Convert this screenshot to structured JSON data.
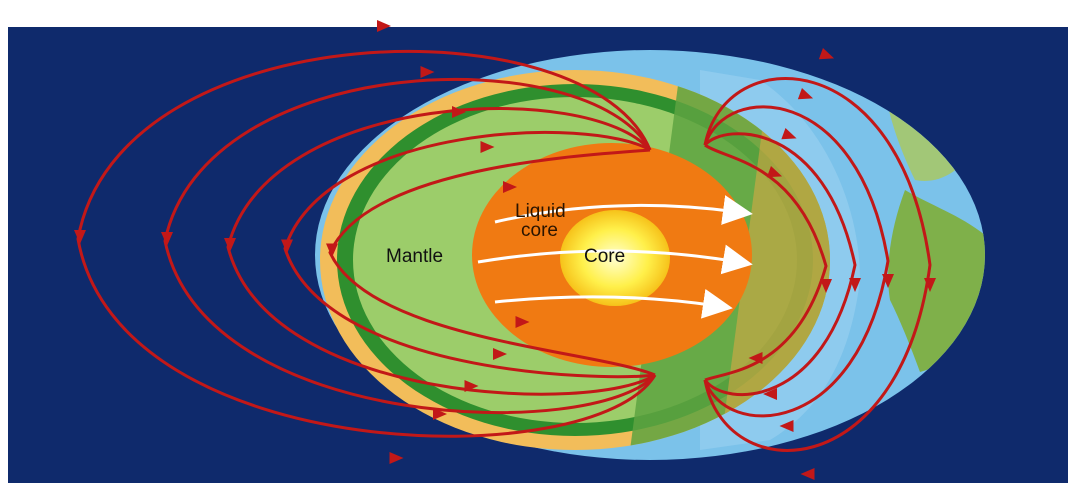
{
  "diagram": {
    "labels": {
      "liquid_core_line1": "Liquid",
      "liquid_core_line2": "core",
      "mantle": "Mantle",
      "core": "Core"
    },
    "colors": {
      "space": "#0f2a6c",
      "ocean": "#7bc2ea",
      "crust": "#f2bd5a",
      "mantle_band": "#2f8f2e",
      "mantle": "#9ccd6a",
      "mantle_shade": "#5ea341",
      "outer_core": "#f07a12",
      "inner_core": "#fff04a",
      "field_lines": "#c21818",
      "convection": "#ffffff"
    },
    "icons": [
      "field-line-arrow-icon",
      "convection-arrow-icon"
    ]
  }
}
